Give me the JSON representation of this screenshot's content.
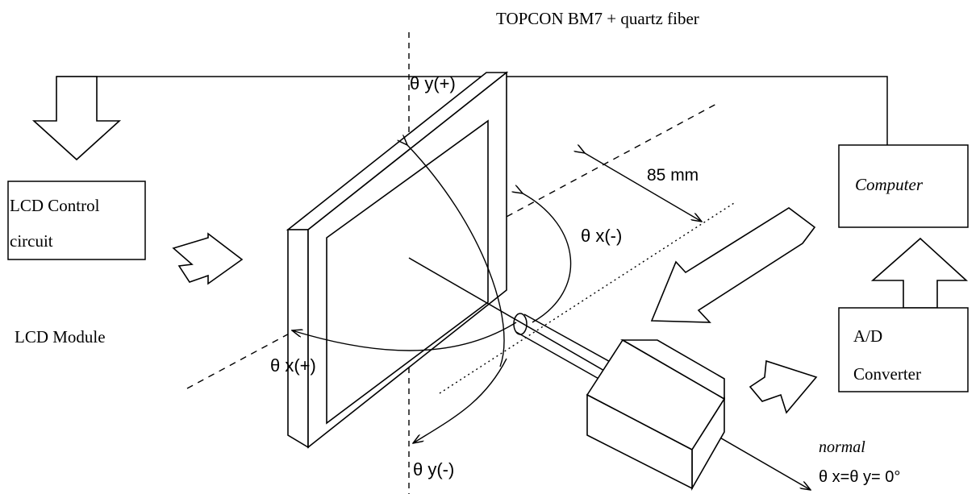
{
  "title": "TOPCON BM7 + quartz fiber",
  "boxes": {
    "lcd_control": [
      "LCD Control",
      "circuit"
    ],
    "computer": "Computer",
    "ad_converter": [
      "A/D",
      "Converter"
    ]
  },
  "labels": {
    "lcd_module": "LCD Module",
    "distance": "85  mm",
    "theta_y_plus": "θ  y(+)",
    "theta_y_minus": "θ  y(-)",
    "theta_x_minus": "θ  x(-)",
    "theta_x_plus": "θ  x(+)",
    "normal": "normal",
    "normal_condition": "θ  x=θ  y= 0°"
  }
}
